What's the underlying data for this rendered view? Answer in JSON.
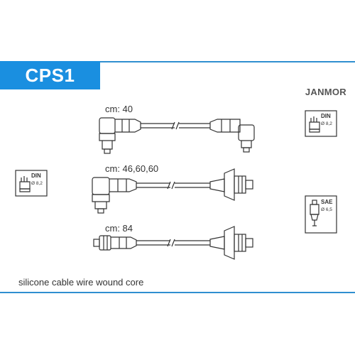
{
  "header": {
    "code": "CPS1",
    "brand": "JANMOR"
  },
  "leads": [
    {
      "label": "cm: 40"
    },
    {
      "label": "cm: 46,60,60"
    },
    {
      "label": "cm: 84"
    }
  ],
  "badges": {
    "din_right": {
      "title": "DIN",
      "value": "Ø 8,2"
    },
    "din_left": {
      "title": "DIN",
      "value": "Ø 8,2"
    },
    "sae": {
      "title": "SAE",
      "value": "Ø 6,5"
    }
  },
  "footer": {
    "text": "silicone cable wire wound core"
  },
  "colors": {
    "accent": "#1a8fe0",
    "line": "#2f8fd0",
    "ink": "#333333"
  }
}
